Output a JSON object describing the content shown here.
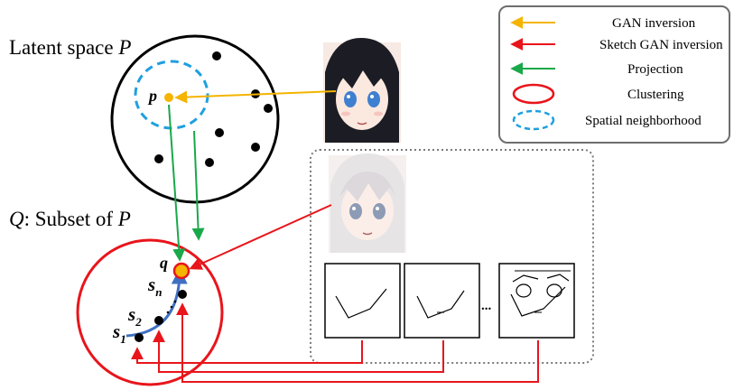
{
  "colors": {
    "gan_inversion": "#f5b400",
    "sketch_gan_inversion": "#e8151b",
    "projection": "#1aa84a",
    "clustering": "#e8151b",
    "spatial_neighborhood": "#1f9fe0",
    "path": "#3e6fc2",
    "point": "#000000"
  },
  "legend": {
    "items": [
      {
        "label": "GAN inversion",
        "icon": "yellow-arrow-icon"
      },
      {
        "label": "Sketch GAN inversion",
        "icon": "red-arrow-icon"
      },
      {
        "label": "Projection",
        "icon": "green-arrow-icon"
      },
      {
        "label": "Clustering",
        "icon": "red-ellipse-icon"
      },
      {
        "label": "Spatial neighborhood",
        "icon": "blue-dashed-ellipse-icon"
      }
    ]
  },
  "latent_space": {
    "label": "Latent space ",
    "symbol": "P",
    "point_label": "p"
  },
  "subset": {
    "symbol_q": "Q",
    "text": ": Subset of ",
    "symbol_p": "P",
    "point_label": "q"
  },
  "points": {
    "s1": "s",
    "s1_sub": "1",
    "s2": "s",
    "s2_sub": "2",
    "sn": "s",
    "sn_sub": "n"
  },
  "sketch_panel": {
    "ellipsis": "..."
  },
  "images": {
    "anime_dark_hair": "anime-face-dark-hair",
    "anime_white_hair": "anime-face-white-hair"
  }
}
